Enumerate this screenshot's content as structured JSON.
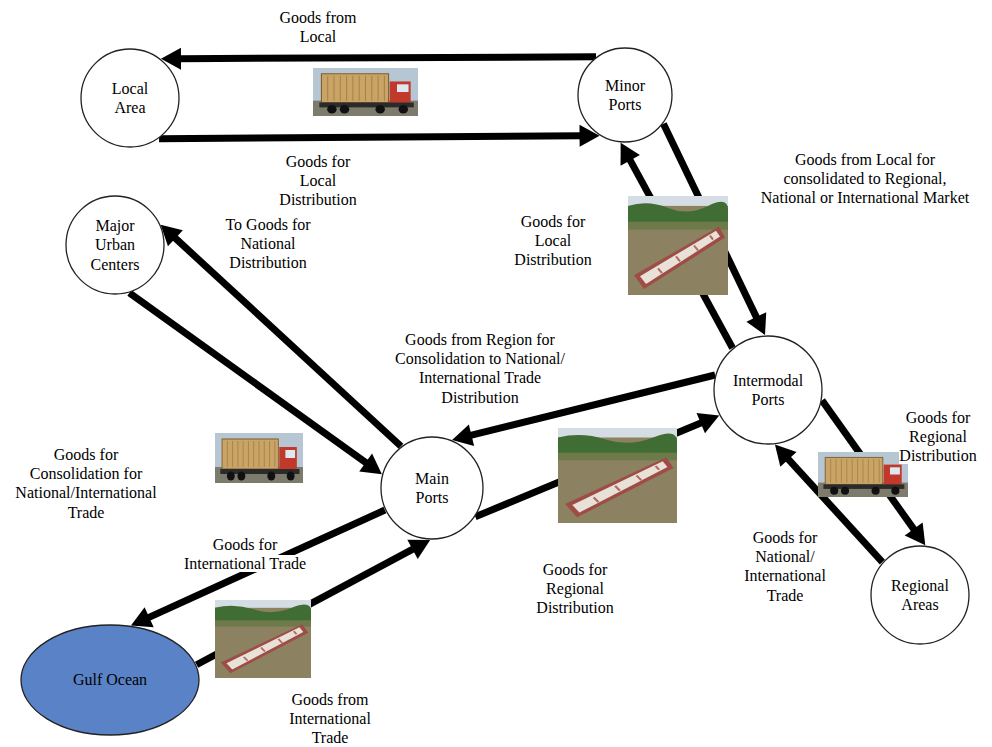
{
  "diagram": {
    "nodes": [
      {
        "text": [
          "Local Area"
        ]
      },
      {
        "text": [
          "Minor Ports"
        ]
      },
      {
        "text": [
          "Major Urban Centers"
        ]
      },
      {
        "text": [
          "Intermodal Ports"
        ]
      },
      {
        "text": [
          "Main Ports"
        ]
      },
      {
        "text": [
          "Regional Areas"
        ]
      },
      {
        "text": [
          "Gulf Ocean"
        ]
      }
    ],
    "edges": [
      {
        "from": 1,
        "to": 0,
        "label": "Goods from Local",
        "arrow": "to"
      },
      {
        "from": 0,
        "to": 1,
        "label": "Goods for Local Distribution",
        "arrow": "to"
      },
      {
        "from": 3,
        "to": 1,
        "label": "Goods for Local Distribution",
        "arrow": "to"
      },
      {
        "from": 1,
        "to": 3,
        "label": "Goods from Local for consolidated to Regional, National or International Market",
        "arrow": "to"
      },
      {
        "from": 3,
        "to": 4,
        "label": "Goods from Region for Consolidation to National/ International Trade Distribution",
        "arrow": "to"
      },
      {
        "from": 4,
        "to": 3,
        "label": "Goods for Regional Distribution",
        "arrow": "to"
      },
      {
        "from": 4,
        "to": 2,
        "label": "To Goods for National Distribution",
        "arrow": "to"
      },
      {
        "from": 2,
        "to": 4,
        "label": "Goods for Consolidation for National/International Trade",
        "arrow": "to"
      },
      {
        "from": 4,
        "to": 6,
        "label": "Goods for International Trade",
        "arrow": "to"
      },
      {
        "from": 6,
        "to": 4,
        "label": "Goods from International Trade",
        "arrow": "to"
      },
      {
        "from": 3,
        "to": 5,
        "label": "Goods for Regional Distribution",
        "arrow": "to"
      },
      {
        "from": 5,
        "to": 3,
        "label": "Goods for National/ International Trade",
        "arrow": "to"
      }
    ]
  }
}
